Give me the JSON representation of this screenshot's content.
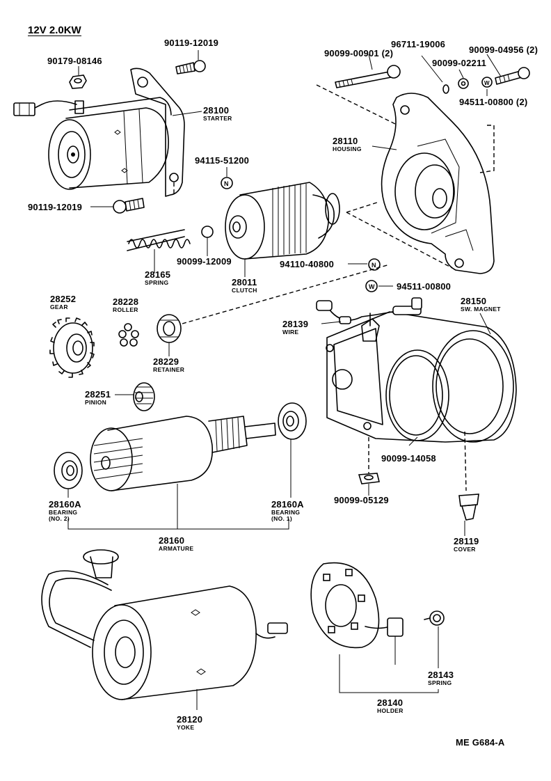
{
  "header": {
    "spec": "12V 2.0KW"
  },
  "footer": {
    "code": "ME  G684-A"
  },
  "parts": {
    "p90119_top": {
      "number": "90119-12019"
    },
    "p90179": {
      "number": "90179-08146"
    },
    "p28100": {
      "number": "28100",
      "name": "STARTER"
    },
    "p94115": {
      "number": "94115-51200"
    },
    "p90119_bot": {
      "number": "90119-12019"
    },
    "p90099_00901": {
      "number": "90099-00901 (2)"
    },
    "p96711": {
      "number": "96711-19006"
    },
    "p90099_04956": {
      "number": "90099-04956 (2)"
    },
    "p90099_02211": {
      "number": "90099-02211"
    },
    "p94511_2": {
      "number": "94511-00800 (2)"
    },
    "p28110": {
      "number": "28110",
      "name": "HOUSING"
    },
    "p28165": {
      "number": "28165",
      "name": "SPRING"
    },
    "p90099_12009": {
      "number": "90099-12009"
    },
    "p28011": {
      "number": "28011",
      "name": "CLUTCH"
    },
    "p94110": {
      "number": "94110-40800"
    },
    "p94511": {
      "number": "94511-00800"
    },
    "p28252": {
      "number": "28252",
      "name": "GEAR"
    },
    "p28228": {
      "number": "28228",
      "name": "ROLLER"
    },
    "p28229": {
      "number": "28229",
      "name": "RETAINER"
    },
    "p28139": {
      "number": "28139",
      "name": "WIRE"
    },
    "p28150": {
      "number": "28150",
      "name": "SW.  MAGNET"
    },
    "p28251": {
      "number": "28251",
      "name": "PINION"
    },
    "p28160A_2": {
      "number": "28160A",
      "name": "BEARING",
      "sub": "(NO. 2)"
    },
    "p28160A_1": {
      "number": "28160A",
      "name": "BEARING",
      "sub": "(NO. 1)"
    },
    "p28160": {
      "number": "28160",
      "name": "ARMATURE"
    },
    "p90099_14058": {
      "number": "90099-14058"
    },
    "p90099_05129": {
      "number": "90099-05129"
    },
    "p28119": {
      "number": "28119",
      "name": "COVER"
    },
    "p28120": {
      "number": "28120",
      "name": "YOKE"
    },
    "p28143": {
      "number": "28143",
      "name": "SPRING"
    },
    "p28140": {
      "number": "28140",
      "name": "HOLDER"
    }
  }
}
